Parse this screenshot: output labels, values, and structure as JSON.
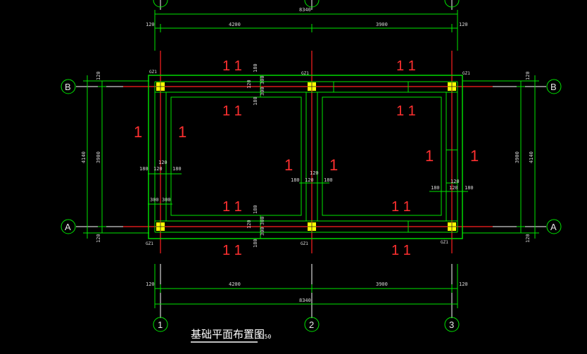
{
  "drawing": {
    "title": "基础平面布置图",
    "scale": "1:50",
    "grid_axes": {
      "vertical": [
        "1",
        "2",
        "3"
      ],
      "horizontal": [
        "A",
        "B"
      ]
    },
    "column_label": "GZ1",
    "section_mark": "1",
    "section_pair": "1 1",
    "dimensions": {
      "overall": "8340",
      "edge": "120",
      "bay_1": "4200",
      "bay_2": "3900",
      "depth_overall": "4140",
      "depth_inner": "3900",
      "w180": "180",
      "w120": "120",
      "w300": "300"
    }
  }
}
